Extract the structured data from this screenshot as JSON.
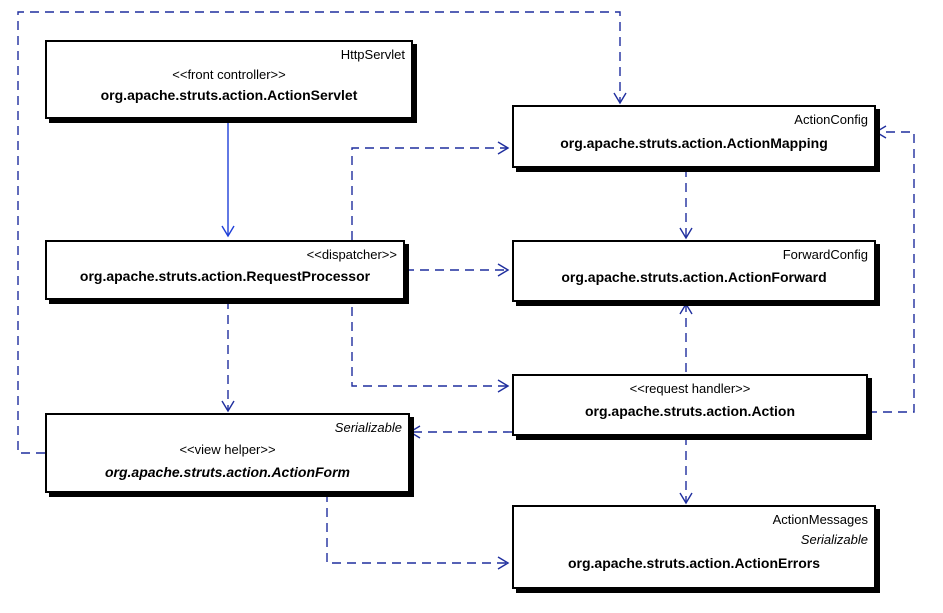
{
  "colors": {
    "dependency": "#1f2e9e",
    "association": "#1e3fd8",
    "box_border": "#000000",
    "background": "#ffffff"
  },
  "classes": {
    "action_servlet": {
      "superclass": "HttpServlet",
      "stereotype": "<<front controller>>",
      "name": "org.apache.struts.action.ActionServlet"
    },
    "request_processor": {
      "stereotype": "<<dispatcher>>",
      "name": "org.apache.struts.action.RequestProcessor"
    },
    "action_form": {
      "interface": "Serializable",
      "stereotype": "<<view helper>>",
      "name": "org.apache.struts.action.ActionForm"
    },
    "action_mapping": {
      "superclass": "ActionConfig",
      "name": "org.apache.struts.action.ActionMapping"
    },
    "action_forward": {
      "superclass": "ForwardConfig",
      "name": "org.apache.struts.action.ActionForward"
    },
    "action": {
      "stereotype": "<<request handler>>",
      "name": "org.apache.struts.action.Action"
    },
    "action_errors": {
      "superclass": "ActionMessages",
      "interface": "Serializable",
      "name": "org.apache.struts.action.ActionErrors"
    }
  }
}
